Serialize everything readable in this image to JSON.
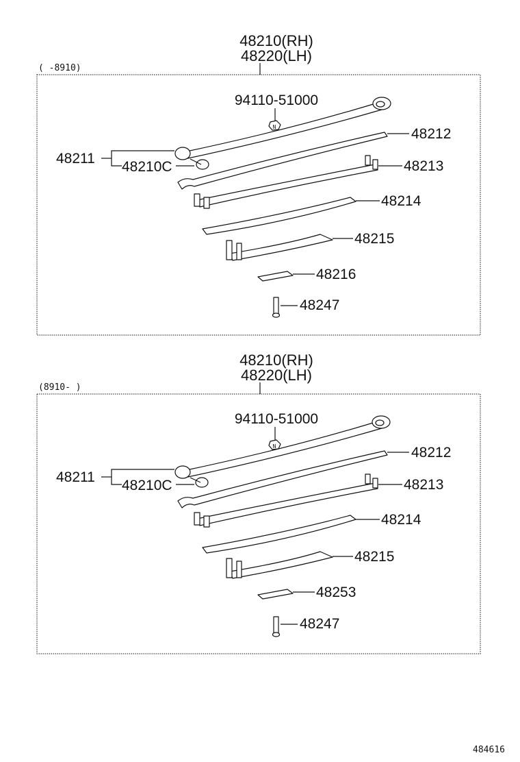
{
  "sections": [
    {
      "title_rh": "48210(RH)",
      "title_lh": "48220(LH)",
      "range": "(     -8910)",
      "labels": {
        "bolt_pn": "94110-51000",
        "leaf_main": "48212",
        "leaf2": "48213",
        "leaf3": "48214",
        "leaf4": "48215",
        "spacer": "48216",
        "center_bolt": "48247",
        "bushing_assy": "48211",
        "bushing": "48210C"
      }
    },
    {
      "title_rh": "48210(RH)",
      "title_lh": "48220(LH)",
      "range": "(8910-     )",
      "labels": {
        "bolt_pn": "94110-51000",
        "leaf_main": "48212",
        "leaf2": "48213",
        "leaf3": "48214",
        "leaf4": "48215",
        "spacer": "48253",
        "center_bolt": "48247",
        "bushing_assy": "48211",
        "bushing": "48210C"
      }
    }
  ],
  "figure_id": "484616"
}
